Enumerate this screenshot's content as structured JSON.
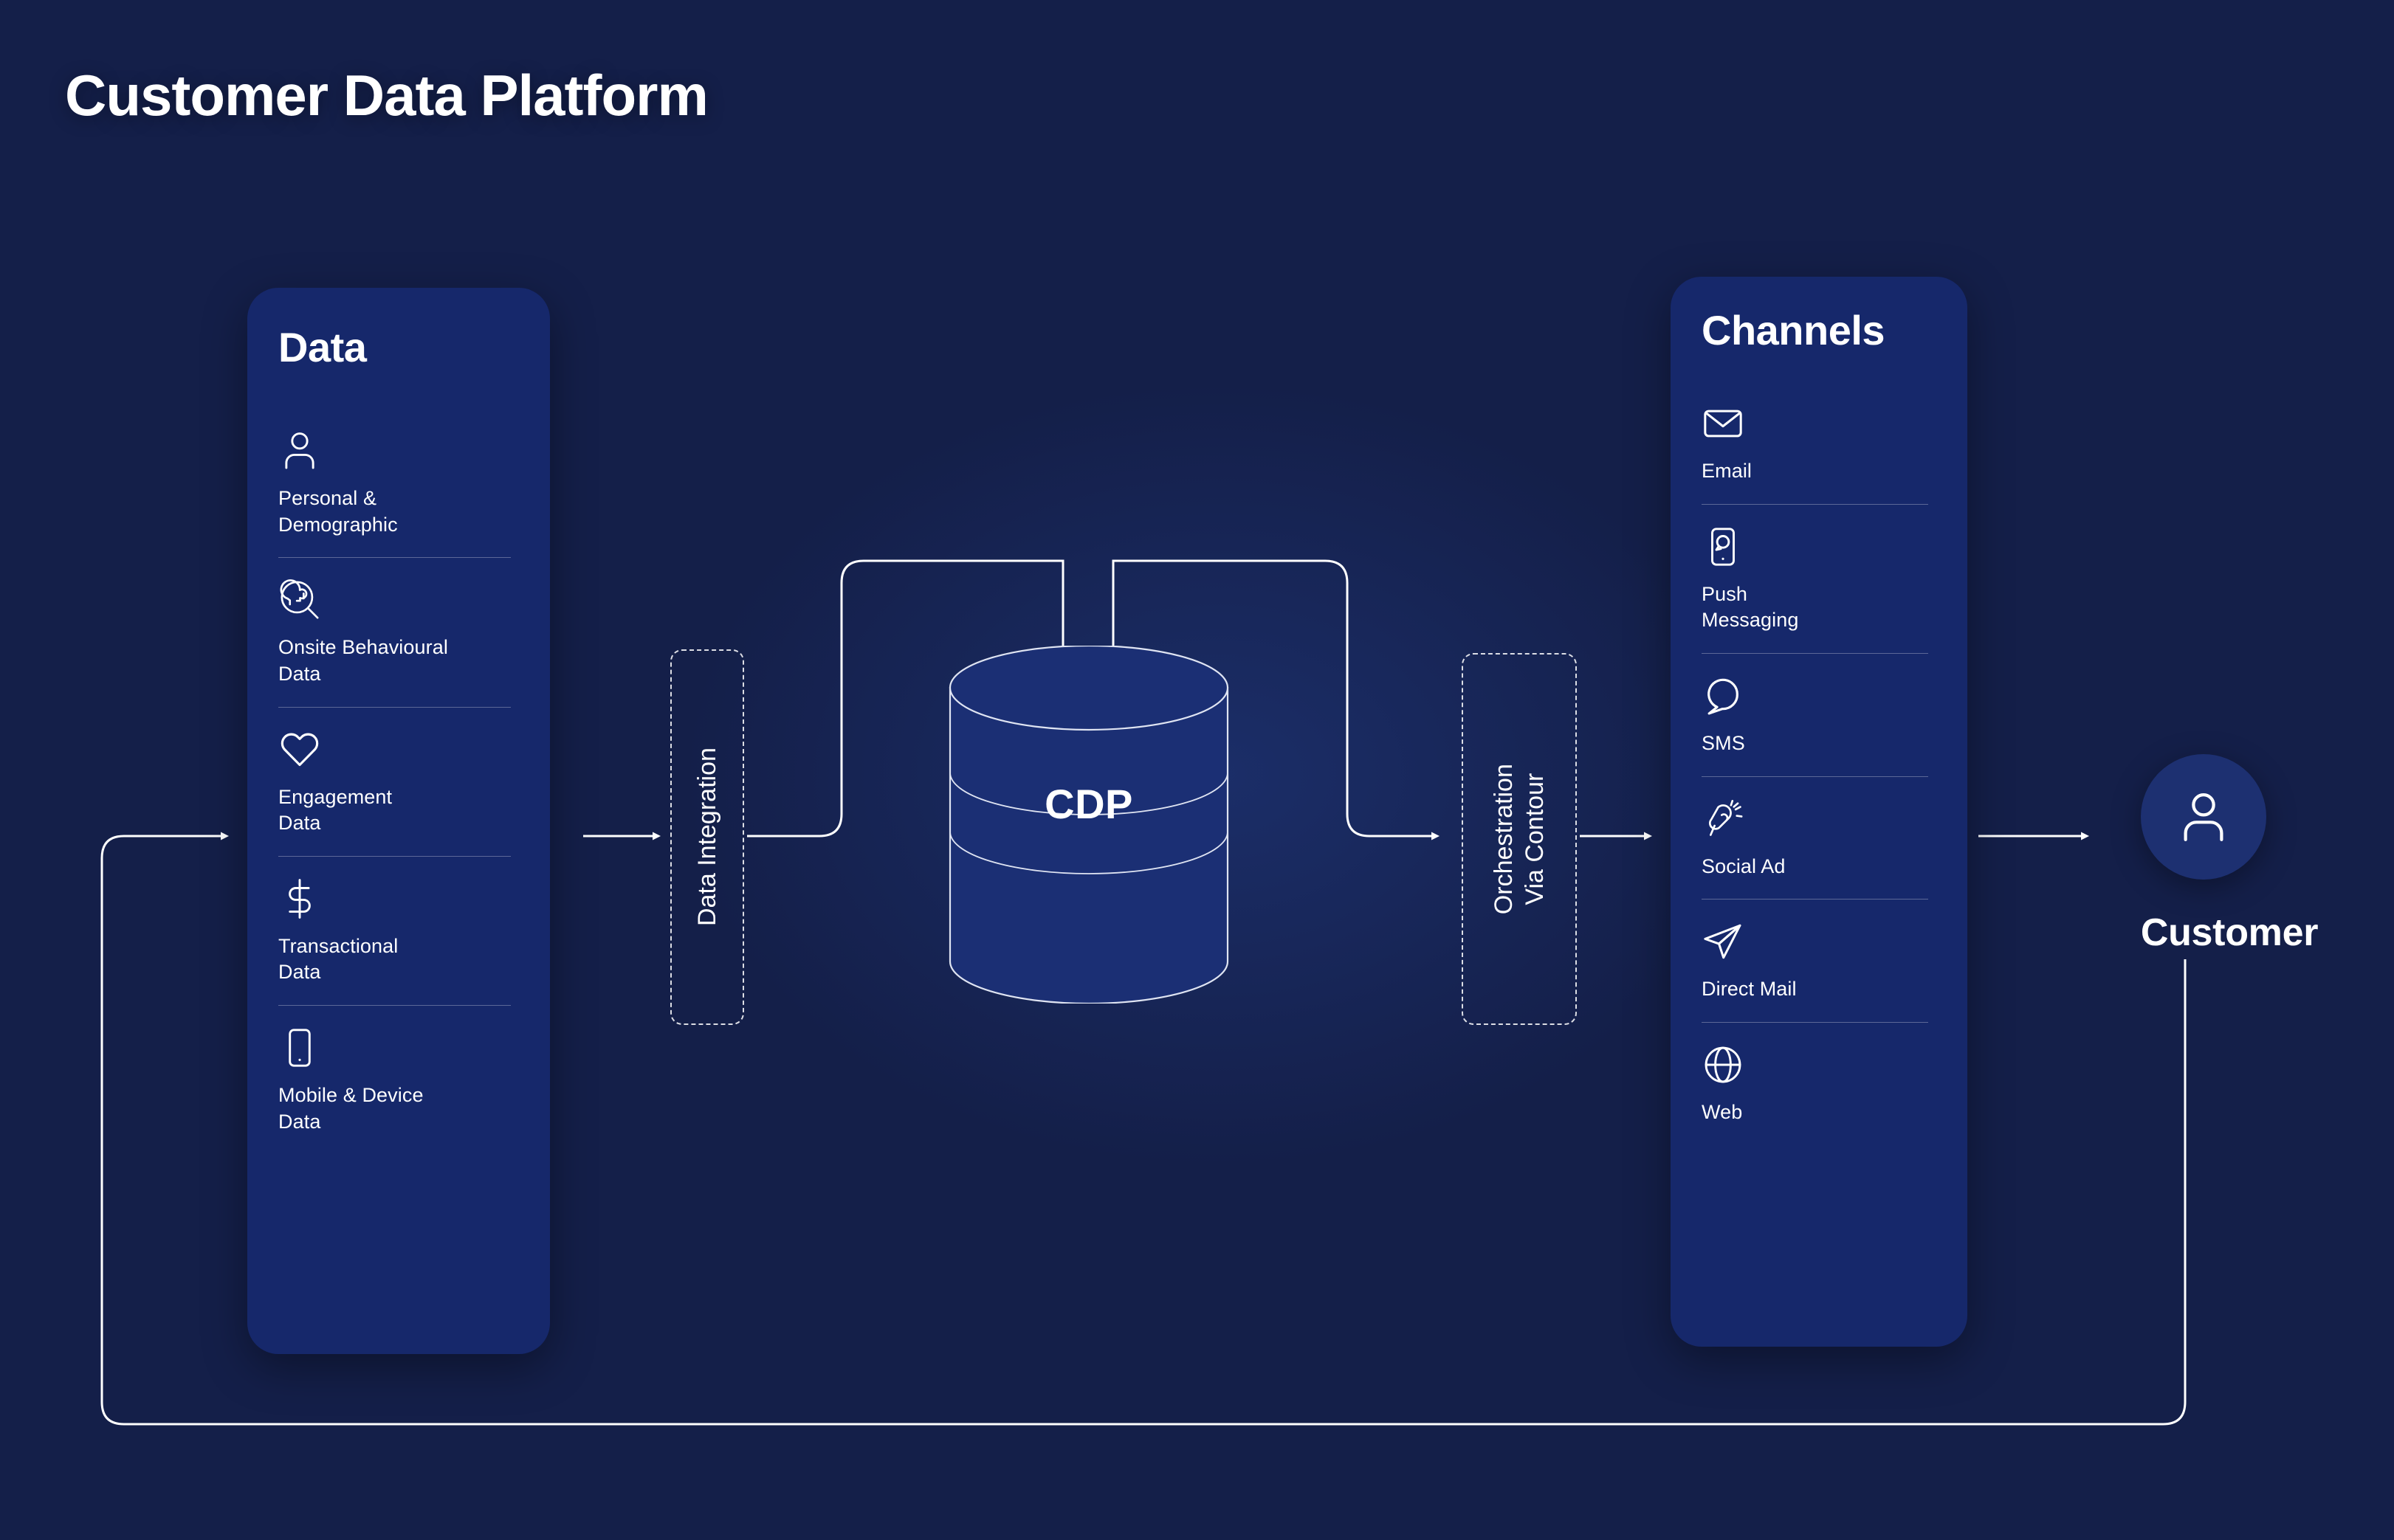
{
  "page": {
    "title": "Customer Data Platform",
    "background_color": "#141f49",
    "panel_color": "#16286b",
    "accent_circle_color": "#1d3071",
    "line_color": "#ffffff"
  },
  "data_panel": {
    "title": "Data",
    "items": [
      {
        "icon": "person-icon",
        "label": "Personal &\nDemographic"
      },
      {
        "icon": "behavioural-search-icon",
        "label": "Onsite Behavioural\nData"
      },
      {
        "icon": "heart-icon",
        "label": "Engagement\nData"
      },
      {
        "icon": "dollar-icon",
        "label": "Transactional\nData"
      },
      {
        "icon": "mobile-device-icon",
        "label": "Mobile & Device\nData"
      }
    ]
  },
  "channels_panel": {
    "title": "Channels",
    "items": [
      {
        "icon": "envelope-icon",
        "label": "Email"
      },
      {
        "icon": "push-message-icon",
        "label": "Push\nMessaging"
      },
      {
        "icon": "speech-bubble-icon",
        "label": "SMS"
      },
      {
        "icon": "megaphone-icon",
        "label": "Social Ad"
      },
      {
        "icon": "paper-plane-icon",
        "label": "Direct Mail"
      },
      {
        "icon": "globe-icon",
        "label": "Web"
      }
    ]
  },
  "process_boxes": {
    "integration": "Data Integration",
    "orchestration": "Orchestration\nVia Contour"
  },
  "core": {
    "label": "CDP"
  },
  "customer": {
    "icon": "person-icon",
    "label": "Customer"
  }
}
